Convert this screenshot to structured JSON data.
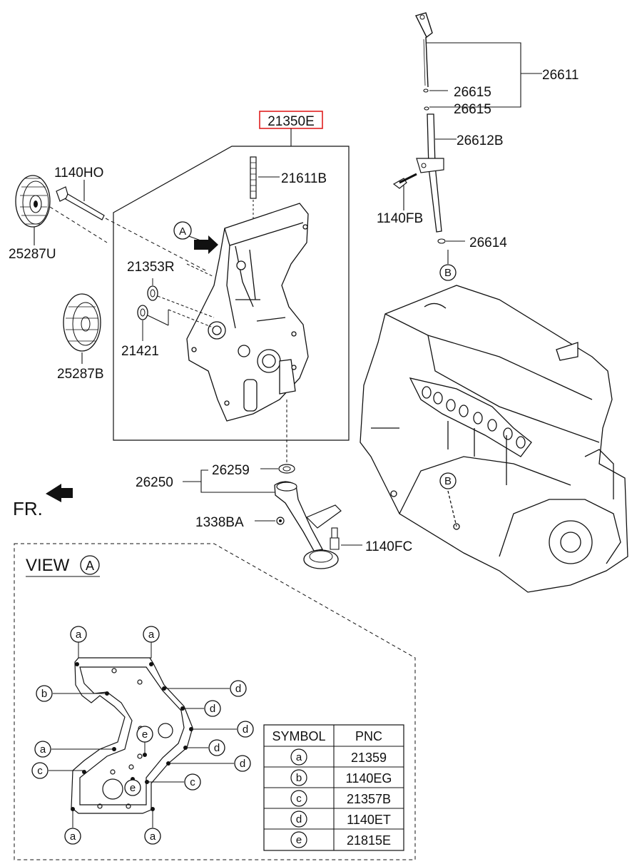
{
  "highlight_color": "#e02020",
  "title_part": "21350E",
  "parts": {
    "p26611": "26611",
    "p26615a": "26615",
    "p26615b": "26615",
    "p26612B": "26612B",
    "p1140FB": "1140FB",
    "p26614": "26614",
    "p21611B": "21611B",
    "p1140HO": "1140HO",
    "p25287U": "25287U",
    "p21353R": "21353R",
    "p21421": "21421",
    "p25287B": "25287B",
    "p26259": "26259",
    "p26250": "26250",
    "p1338BA": "1338BA",
    "p1140FC": "1140FC"
  },
  "markers": {
    "view_ref": "A",
    "dipstick_ref_top": "B",
    "dipstick_ref_engine": "B"
  },
  "front_label": "FR.",
  "view": {
    "title": "VIEW",
    "ref": "A",
    "callouts": {
      "a": "a",
      "b": "b",
      "c": "c",
      "d": "d",
      "e": "e"
    }
  },
  "table": {
    "headers": [
      "SYMBOL",
      "PNC"
    ],
    "rows": [
      {
        "symbol": "a",
        "pnc": "21359"
      },
      {
        "symbol": "b",
        "pnc": "1140EG"
      },
      {
        "symbol": "c",
        "pnc": "21357B"
      },
      {
        "symbol": "d",
        "pnc": "1140ET"
      },
      {
        "symbol": "e",
        "pnc": "21815E"
      }
    ]
  }
}
